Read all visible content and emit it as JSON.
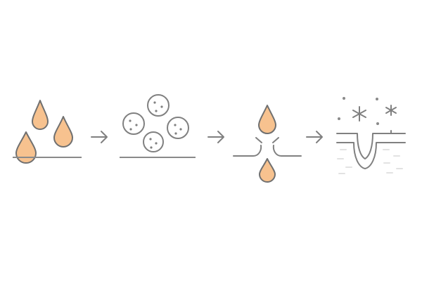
{
  "diagram": {
    "title": "",
    "colors": {
      "drop_fill": "#f7c28f",
      "outline": "#808080",
      "skin_texture": "#e2e2e2",
      "background": "#ffffff"
    },
    "steps": [
      {
        "id": "oil-droplets",
        "icon": "oil-drops-on-surface-icon"
      },
      {
        "id": "clogging-particles",
        "icon": "particle-clusters-icon"
      },
      {
        "id": "pore-blocked-oil-pressure",
        "icon": "blocked-pore-drop-icon"
      },
      {
        "id": "pore-inflammation",
        "icon": "skin-pore-sparkle-icon"
      }
    ],
    "arrows": [
      "arrow-right-icon",
      "arrow-right-icon",
      "arrow-right-icon"
    ]
  }
}
